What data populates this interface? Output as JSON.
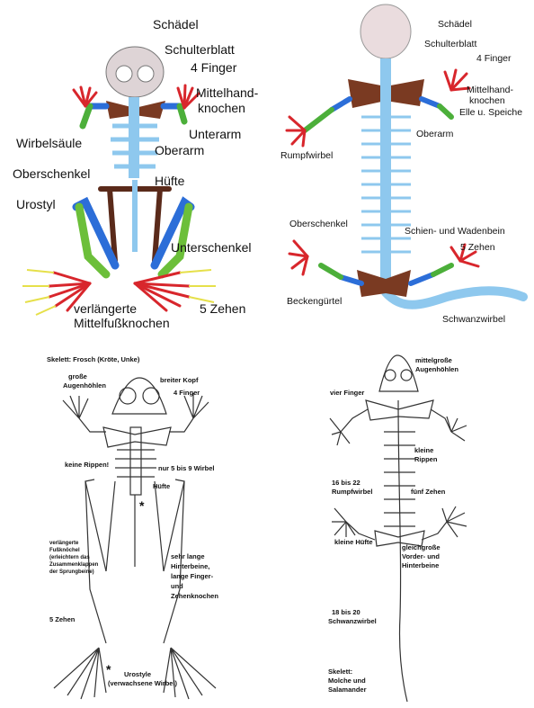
{
  "panels": {
    "frog_color": {
      "labels": {
        "skull": "Schädel",
        "scapula": "Schulterblatt",
        "four_fingers": "4 Finger",
        "metacarpal_1": "Mittelhand-",
        "metacarpal_2": "knochen",
        "spine": "Wirbelsäule",
        "forearm": "Unterarm",
        "upper_arm": "Oberarm",
        "femur": "Oberschenkel",
        "hip": "Hüfte",
        "urostyl": "Urostyl",
        "shank": "Unterschenkel",
        "elongated_1": "verlängerte",
        "elongated_2": "Mittelfußknochen",
        "five_toes": "5 Zehen"
      }
    },
    "salamander_color": {
      "labels": {
        "skull": "Schädel",
        "scapula": "Schulterblatt",
        "four_fingers": "4 Finger",
        "metacarpal_1": "Mittelhand-",
        "metacarpal_2": "knochen",
        "ulna_radius": "Elle u. Speiche",
        "upper_arm": "Oberarm",
        "trunk_vertebra": "Rumpfwirbel",
        "femur": "Oberschenkel",
        "tibia_fibula": "Schien- und Wadenbein",
        "five_toes": "5 Zehen",
        "pelvic_girdle": "Beckengürtel",
        "tail_vertebra": "Schwanzwirbel"
      }
    },
    "frog_sketch": {
      "labels": {
        "title": "Skelett: Frosch (Kröte, Unke)",
        "big_orbits_1": "große",
        "big_orbits_2": "Augenhöhlen",
        "broad_head": "breiter Kopf",
        "four_fingers": "4 Finger",
        "no_ribs": "keine Rippen!",
        "vertebrae": "nur 5 bis 9 Wirbel",
        "hip": "Hüfte",
        "elongated_1": "verlängerte",
        "elongated_2": "Fußknöchel",
        "elongated_3": "(erleichtern das",
        "elongated_4": "Zusammenklappen",
        "elongated_5": "der Sprungbeine)",
        "long_legs_1": "sehr lange",
        "long_legs_2": "Hinterbeine,",
        "long_legs_3": "lange Finger-",
        "long_legs_4": "und",
        "long_legs_5": "Zehenknochen",
        "five_toes": "5 Zehen",
        "star": "*",
        "urostyle_1": "Urostyle",
        "urostyle_2": "(verwachsene Wirbel)"
      }
    },
    "salamander_sketch": {
      "labels": {
        "orbits_1": "mittelgroße",
        "orbits_2": "Augenhöhlen",
        "four_fingers": "vier Finger",
        "small_ribs_1": "kleine",
        "small_ribs_2": "Rippen",
        "trunk_1": "16 bis 22",
        "trunk_2": "Rumpfwirbel",
        "five_toes": "fünf Zehen",
        "small_hip": "kleine Hüfte",
        "same_size_1": "gleichgroße",
        "same_size_2": "Vorder- und",
        "same_size_3": "Hinterbeine",
        "tail_1": "18 bis 20",
        "tail_2": "Schwanzwirbel",
        "caption_1": "Skelett:",
        "caption_2": "Molche und",
        "caption_3": "Salamander"
      }
    }
  },
  "colors": {
    "skull": "#e8d8dc",
    "spine": "#8ec8ee",
    "scapula": "#7a3a22",
    "humerus": "#2c6ed8",
    "forearm": "#4caf3a",
    "hand": "#d8262c",
    "fingers": "#e6e04a",
    "hip": "#5a2a1a",
    "shank": "#6cbf3a"
  }
}
